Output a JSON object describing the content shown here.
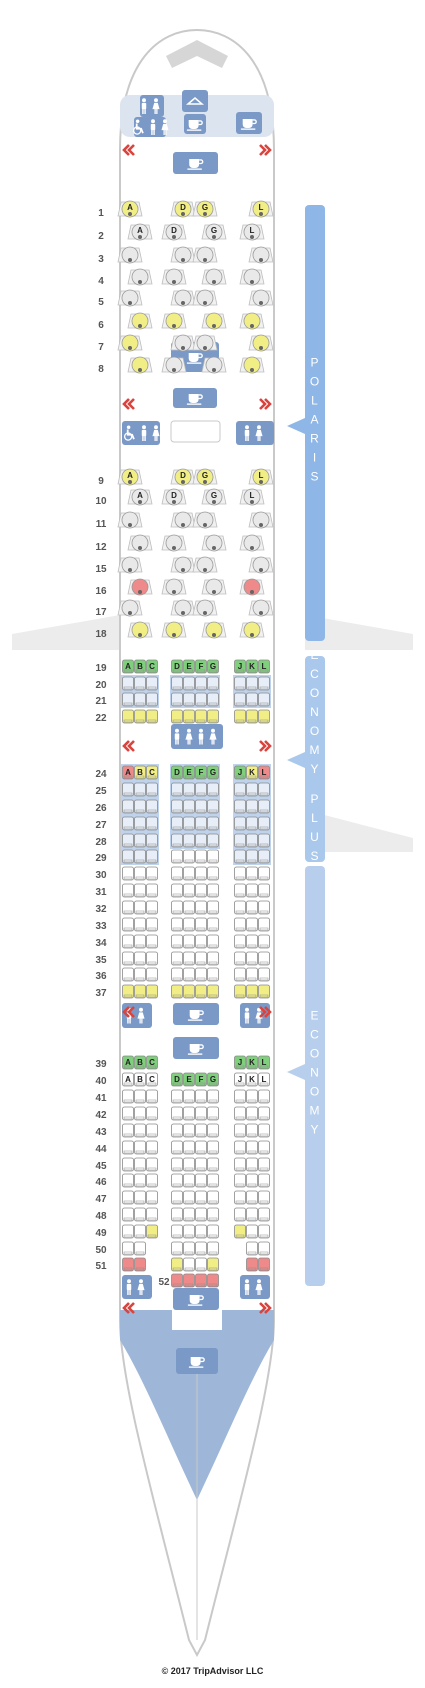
{
  "copyright": "© 2017 TripAdvisor LLC",
  "colors": {
    "standard": "#ffffff",
    "business": "#e9e9e9",
    "plus": "#bfd3ec",
    "good": "#7fcf7c",
    "limited": "#f1ee86",
    "bad": "#ee8a8a",
    "facility": "#7a99c7",
    "cabinBar": "#9dc0e8",
    "exit": "#d9443e"
  },
  "cabins": [
    {
      "label": "POLARIS"
    },
    {
      "label": "ECONOMY PLUS"
    },
    {
      "label": "ECONOMY"
    }
  ],
  "polaris_rows": [
    {
      "num": "1",
      "left": "A",
      "center": [
        "D",
        "G"
      ],
      "right": "L",
      "q": [
        "limited",
        "limited",
        "limited",
        "limited"
      ]
    },
    {
      "num": "2",
      "left": "A",
      "center": [
        "D",
        "G"
      ],
      "right": "L",
      "q": [
        "standard",
        "standard",
        "standard",
        "standard"
      ]
    },
    {
      "num": "3",
      "q": [
        "standard",
        "standard",
        "standard",
        "standard"
      ]
    },
    {
      "num": "4",
      "q": [
        "standard",
        "standard",
        "standard",
        "standard"
      ]
    },
    {
      "num": "5",
      "q": [
        "standard",
        "standard",
        "standard",
        "standard"
      ]
    },
    {
      "num": "6",
      "q": [
        "limited",
        "limited",
        "limited",
        "limited"
      ]
    },
    {
      "num": "7",
      "q": [
        "limited",
        "standard",
        "standard",
        "limited"
      ]
    },
    {
      "num": "8",
      "q": [
        "limited",
        "standard",
        "standard",
        "limited"
      ]
    },
    {
      "num": "9",
      "left": "A",
      "center": [
        "D",
        "G"
      ],
      "right": "L",
      "q": [
        "limited",
        "limited",
        "limited",
        "limited"
      ]
    },
    {
      "num": "10",
      "left": "A",
      "center": [
        "D",
        "G"
      ],
      "right": "L",
      "q": [
        "standard",
        "standard",
        "standard",
        "standard"
      ]
    },
    {
      "num": "11",
      "q": [
        "standard",
        "standard",
        "standard",
        "standard"
      ]
    },
    {
      "num": "12",
      "q": [
        "standard",
        "standard",
        "standard",
        "standard"
      ]
    },
    {
      "num": "15",
      "q": [
        "standard",
        "standard",
        "standard",
        "standard"
      ]
    },
    {
      "num": "16",
      "q": [
        "bad",
        "standard",
        "standard",
        "bad"
      ]
    },
    {
      "num": "17",
      "q": [
        "standard",
        "standard",
        "standard",
        "standard"
      ]
    },
    {
      "num": "18",
      "q": [
        "limited",
        "limited",
        "limited",
        "limited"
      ]
    }
  ],
  "economy_rows": [
    {
      "num": "19",
      "L": [
        "good",
        "good",
        "good"
      ],
      "C": [
        "good",
        "good",
        "good",
        "good"
      ],
      "R": [
        "good",
        "good",
        "good"
      ],
      "letters": true
    },
    {
      "num": "20",
      "L": [
        "plus",
        "plus",
        "plus"
      ],
      "C": [
        "plus",
        "plus",
        "plus",
        "plus"
      ],
      "R": [
        "plus",
        "plus",
        "plus"
      ]
    },
    {
      "num": "21",
      "L": [
        "plus",
        "plus",
        "plus"
      ],
      "C": [
        "plus",
        "plus",
        "plus",
        "plus"
      ],
      "R": [
        "plus",
        "plus",
        "plus"
      ]
    },
    {
      "num": "22",
      "L": [
        "limited",
        "limited",
        "limited"
      ],
      "C": [
        "limited",
        "limited",
        "limited",
        "limited"
      ],
      "R": [
        "limited",
        "limited",
        "limited"
      ]
    },
    {
      "num": "24",
      "L": [
        "bad",
        "limited",
        "limited"
      ],
      "C": [
        "good",
        "good",
        "good",
        "good"
      ],
      "R": [
        "good",
        "limited",
        "bad"
      ],
      "letters": true
    },
    {
      "num": "25",
      "L": [
        "plus",
        "plus",
        "plus"
      ],
      "C": [
        "plus",
        "plus",
        "plus",
        "plus"
      ],
      "R": [
        "plus",
        "plus",
        "plus"
      ]
    },
    {
      "num": "26",
      "L": [
        "plus",
        "plus",
        "plus"
      ],
      "C": [
        "plus",
        "plus",
        "plus",
        "plus"
      ],
      "R": [
        "plus",
        "plus",
        "plus"
      ]
    },
    {
      "num": "27",
      "L": [
        "plus",
        "plus",
        "plus"
      ],
      "C": [
        "plus",
        "plus",
        "plus",
        "plus"
      ],
      "R": [
        "plus",
        "plus",
        "plus"
      ]
    },
    {
      "num": "28",
      "L": [
        "plus",
        "plus",
        "plus"
      ],
      "C": [
        "plus",
        "plus",
        "plus",
        "plus"
      ],
      "R": [
        "plus",
        "plus",
        "plus"
      ]
    },
    {
      "num": "29",
      "L": [
        "plus",
        "plus",
        "plus"
      ],
      "C": [
        "standard",
        "standard",
        "standard",
        "standard"
      ],
      "R": [
        "plus",
        "plus",
        "plus"
      ]
    },
    {
      "num": "30",
      "L": [
        "standard",
        "standard",
        "standard"
      ],
      "C": [
        "standard",
        "standard",
        "standard",
        "standard"
      ],
      "R": [
        "standard",
        "standard",
        "standard"
      ]
    },
    {
      "num": "31",
      "L": [
        "standard",
        "standard",
        "standard"
      ],
      "C": [
        "standard",
        "standard",
        "standard",
        "standard"
      ],
      "R": [
        "standard",
        "standard",
        "standard"
      ]
    },
    {
      "num": "32",
      "L": [
        "standard",
        "standard",
        "standard"
      ],
      "C": [
        "standard",
        "standard",
        "standard",
        "standard"
      ],
      "R": [
        "standard",
        "standard",
        "standard"
      ]
    },
    {
      "num": "33",
      "L": [
        "standard",
        "standard",
        "standard"
      ],
      "C": [
        "standard",
        "standard",
        "standard",
        "standard"
      ],
      "R": [
        "standard",
        "standard",
        "standard"
      ]
    },
    {
      "num": "34",
      "L": [
        "standard",
        "standard",
        "standard"
      ],
      "C": [
        "standard",
        "standard",
        "standard",
        "standard"
      ],
      "R": [
        "standard",
        "standard",
        "standard"
      ]
    },
    {
      "num": "35",
      "L": [
        "standard",
        "standard",
        "standard"
      ],
      "C": [
        "standard",
        "standard",
        "standard",
        "standard"
      ],
      "R": [
        "standard",
        "standard",
        "standard"
      ]
    },
    {
      "num": "36",
      "L": [
        "standard",
        "standard",
        "standard"
      ],
      "C": [
        "standard",
        "standard",
        "standard",
        "standard"
      ],
      "R": [
        "standard",
        "standard",
        "standard"
      ]
    },
    {
      "num": "37",
      "L": [
        "limited",
        "limited",
        "limited"
      ],
      "C": [
        "limited",
        "limited",
        "limited",
        "limited"
      ],
      "R": [
        "limited",
        "limited",
        "limited"
      ]
    },
    {
      "num": "39",
      "L": [
        "good",
        "good",
        "good"
      ],
      "C": null,
      "R": [
        "good",
        "good",
        "good"
      ],
      "letters": true
    },
    {
      "num": "40",
      "L": [
        "standard",
        "standard",
        "standard"
      ],
      "C": [
        "good",
        "good",
        "good",
        "good"
      ],
      "R": [
        "standard",
        "standard",
        "standard"
      ],
      "letters": true
    },
    {
      "num": "41",
      "L": [
        "standard",
        "standard",
        "standard"
      ],
      "C": [
        "standard",
        "standard",
        "standard",
        "standard"
      ],
      "R": [
        "standard",
        "standard",
        "standard"
      ]
    },
    {
      "num": "42",
      "L": [
        "standard",
        "standard",
        "standard"
      ],
      "C": [
        "standard",
        "standard",
        "standard",
        "standard"
      ],
      "R": [
        "standard",
        "standard",
        "standard"
      ]
    },
    {
      "num": "43",
      "L": [
        "standard",
        "standard",
        "standard"
      ],
      "C": [
        "standard",
        "standard",
        "standard",
        "standard"
      ],
      "R": [
        "standard",
        "standard",
        "standard"
      ]
    },
    {
      "num": "44",
      "L": [
        "standard",
        "standard",
        "standard"
      ],
      "C": [
        "standard",
        "standard",
        "standard",
        "standard"
      ],
      "R": [
        "standard",
        "standard",
        "standard"
      ]
    },
    {
      "num": "45",
      "L": [
        "standard",
        "standard",
        "standard"
      ],
      "C": [
        "standard",
        "standard",
        "standard",
        "standard"
      ],
      "R": [
        "standard",
        "standard",
        "standard"
      ]
    },
    {
      "num": "46",
      "L": [
        "standard",
        "standard",
        "standard"
      ],
      "C": [
        "standard",
        "standard",
        "standard",
        "standard"
      ],
      "R": [
        "standard",
        "standard",
        "standard"
      ]
    },
    {
      "num": "47",
      "L": [
        "standard",
        "standard",
        "standard"
      ],
      "C": [
        "standard",
        "standard",
        "standard",
        "standard"
      ],
      "R": [
        "standard",
        "standard",
        "standard"
      ]
    },
    {
      "num": "48",
      "L": [
        "standard",
        "standard",
        "standard"
      ],
      "C": [
        "standard",
        "standard",
        "standard",
        "standard"
      ],
      "R": [
        "standard",
        "standard",
        "standard"
      ]
    },
    {
      "num": "49",
      "L": [
        "standard",
        "standard",
        "limited"
      ],
      "C": [
        "standard",
        "standard",
        "standard",
        "standard"
      ],
      "R": [
        "limited",
        "standard",
        "standard"
      ]
    },
    {
      "num": "50",
      "L": [
        "standard",
        "standard",
        null
      ],
      "C": [
        "standard",
        "standard",
        "standard",
        "standard"
      ],
      "R": [
        null,
        "standard",
        "standard"
      ]
    },
    {
      "num": "51",
      "L": [
        "bad",
        "bad",
        null
      ],
      "C": [
        "limited",
        "standard",
        "standard",
        "limited"
      ],
      "R": [
        null,
        "bad",
        "bad"
      ]
    },
    {
      "num": "52",
      "L": null,
      "C": [
        "bad",
        "bad",
        "bad",
        "bad"
      ],
      "R": null
    }
  ],
  "seat_letters": {
    "L": [
      "A",
      "B",
      "C"
    ],
    "C": [
      "D",
      "E",
      "F",
      "G"
    ],
    "R": [
      "J",
      "K",
      "L"
    ]
  }
}
